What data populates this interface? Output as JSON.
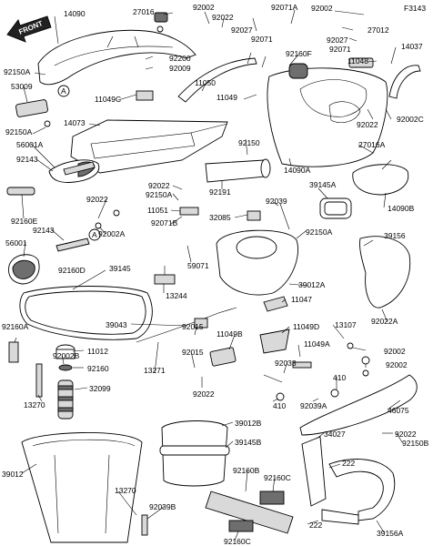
{
  "diagram": {
    "code": "F3143",
    "front_text": "FRONT",
    "callout_a": "A",
    "labels": [
      "14090",
      "27016",
      "92002",
      "92022",
      "92071A",
      "92002",
      "27012",
      "92027",
      "92071",
      "14037",
      "92150A",
      "92200",
      "92009",
      "92027",
      "92071",
      "92160F",
      "11048",
      "53009",
      "11050",
      "11049C",
      "11049",
      "92022",
      "92002C",
      "92150A",
      "14073",
      "92150",
      "14090A",
      "27016A",
      "56001A",
      "92143",
      "92191",
      "39145A",
      "14090B",
      "92022",
      "92150A",
      "92160E",
      "92039",
      "11051",
      "32085",
      "92022",
      "92002A",
      "92071B",
      "92150A",
      "39156",
      "56001",
      "92143",
      "92160D",
      "59071",
      "39145",
      "39012A",
      "13244",
      "11047",
      "39043",
      "11049D",
      "92015",
      "92022A",
      "92160A",
      "13107",
      "11049B",
      "11049A",
      "11012",
      "92002",
      "92160",
      "13271",
      "92002B",
      "92015",
      "92033",
      "92002",
      "32099",
      "410",
      "92022",
      "410",
      "92039A",
      "13270",
      "46075",
      "39012B",
      "34027",
      "92022",
      "39145B",
      "92150B",
      "222",
      "39012",
      "222",
      "92160B",
      "13270",
      "92160C",
      "92039B",
      "39156A",
      "92160C"
    ]
  }
}
